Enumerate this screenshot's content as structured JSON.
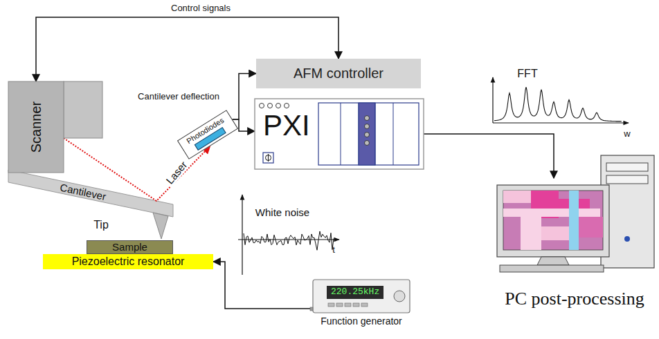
{
  "diagram": {
    "nodes": [
      {
        "text": [
          "Scanner"
        ]
      },
      {
        "text": [
          "AFM controller"
        ]
      },
      {
        "text": [
          "Photodiodes"
        ]
      },
      {
        "text": [
          "PXI"
        ]
      },
      {
        "text": [
          "PC post-processing"
        ]
      },
      {
        "text": [
          "Sample"
        ]
      },
      {
        "text": [
          "Piezoelectric resonator"
        ]
      },
      {
        "text": [
          "220.25kHz",
          "Function generator"
        ]
      }
    ],
    "edges": [
      {
        "from": 0,
        "to": 1,
        "arrow": "both",
        "label": "Control signals"
      },
      {
        "from": 2,
        "to": 1,
        "arrow": "to",
        "label": "Cantilever deflection"
      },
      {
        "from": 2,
        "to": 3,
        "arrow": "to"
      },
      {
        "from": 0,
        "to": 2,
        "arrow": "to",
        "label": "Laser"
      },
      {
        "from": 3,
        "to": 4,
        "arrow": "to"
      },
      {
        "from": 7,
        "to": 6,
        "arrow": "to"
      }
    ],
    "labels": [
      "Cantilever",
      "Tip",
      "FFT",
      "w",
      "White noise",
      "t"
    ]
  }
}
